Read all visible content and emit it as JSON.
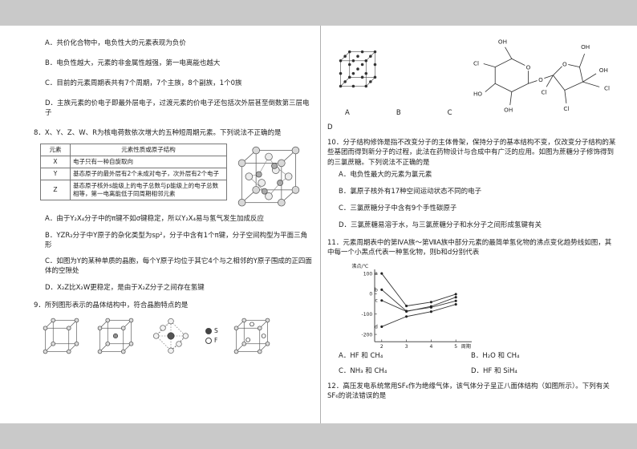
{
  "left": {
    "q7_options": [
      "A．共价化合物中，电负性大的元素表现为负价",
      "B．电负性越大，元素的非金属性越强，第一电离能也越大",
      "C．目前的元素周期表共有7个周期，7个主族，8个副族，1个0族",
      "D．主族元素的价电子即最外层电子，过渡元素的价电子还包括次外层甚至倒数第三层电子"
    ],
    "q8": {
      "stem": "8．X、Y、Z、W、R为核电荷数依次增大的五种短周期元素。下列说法不正确的是",
      "table": {
        "headers": [
          "元素",
          "元素性质或原子结构"
        ],
        "rows": [
          [
            "X",
            "电子只有一种自旋取向"
          ],
          [
            "Y",
            "基态原子的最外层有2个未成对电子，次外层有2个电子"
          ],
          [
            "Z",
            "基态原子核外s能级上的电子总数与p能级上的电子总数相等，第一电离能低于同周期相邻元素"
          ]
        ]
      },
      "options": [
        "A．由于Y₂X₄分子中的π键不如σ键稳定，所以Y₂X₄易与氢气发生加成反应",
        "B．YZR₂分子中Y原子的杂化类型为sp²，分子中含有1个π键，分子空间构型为平面三角形",
        "C．如图为Y的某种单质的晶胞，每个Y原子均位于其它4个与之相邻的Y原子围成的正四面体的空隙处",
        "D．X₂Z比X₂W更稳定，是由于X₂Z分子之间存在氢键"
      ]
    },
    "q9": {
      "stem": "9．所列图形表示的晶体结构中，符合晶胞特点的是",
      "legend": [
        "S",
        "F"
      ]
    }
  },
  "right": {
    "top_labels": [
      "A",
      "B",
      "C",
      "D"
    ],
    "molecule": {
      "labels": [
        "OH",
        "Cl",
        "HO",
        "OH",
        "O",
        "O",
        "Cl",
        "O",
        "OH",
        "OH",
        "Cl",
        "Cl"
      ]
    },
    "q10": {
      "stem": "10．分子结构修饰是指不改变分子的主体骨架，保持分子的基本结构不变，仅改变分子结构的某些基团而得到新分子的过程，此法在药物设计与合成中有广泛的应用。如图为蔗糖分子修饰得到的三氯蔗糖。下列说法不正确的是",
      "options": [
        "A．电负性最大的元素为氯元素",
        "B．氯原子核外有17种空间运动状态不同的电子",
        "C．三氯蔗糖分子中含有9个手性碳原子",
        "D．三氯蔗糖易溶于水，与三氯蔗糖分子和水分子之间形成氢键有关"
      ]
    },
    "q11": {
      "stem": "11．元素周期表中的第ⅣA族～第ⅦA族中部分元素的最简单氢化物的沸点变化趋势线如图，其中每一个小黑点代表一种氢化物，则b和d分别代表",
      "options": [
        "A．HF 和 CH₄",
        "B．H₂O 和 CH₄",
        "C．NH₃ 和 CH₄",
        "D．HF 和 SiH₄"
      ]
    },
    "q12": {
      "stem": "12．高压发电系统常用SF₆作为绝缘气体，该气体分子呈正八面体结构（如图所示）。下列有关SF₆的说法错误的是"
    }
  },
  "chart_data": {
    "type": "line",
    "title": "",
    "xlabel": "周期",
    "ylabel": "沸点/℃",
    "x": [
      2,
      3,
      4,
      5
    ],
    "xticks": [
      2,
      3,
      4,
      5
    ],
    "yticks": [
      100,
      0,
      -100,
      -200
    ],
    "ylim": [
      -210,
      120
    ],
    "grid": false,
    "legend_position": "left-of-first-points",
    "series": [
      {
        "name": "a",
        "values": [
          100,
          -60,
          -41,
          -2
        ]
      },
      {
        "name": "b",
        "values": [
          20,
          -85,
          -67,
          -35
        ]
      },
      {
        "name": "c",
        "values": [
          -33,
          -87,
          -62,
          -17
        ]
      },
      {
        "name": "d",
        "values": [
          -162,
          -112,
          -88,
          -52
        ]
      }
    ]
  }
}
